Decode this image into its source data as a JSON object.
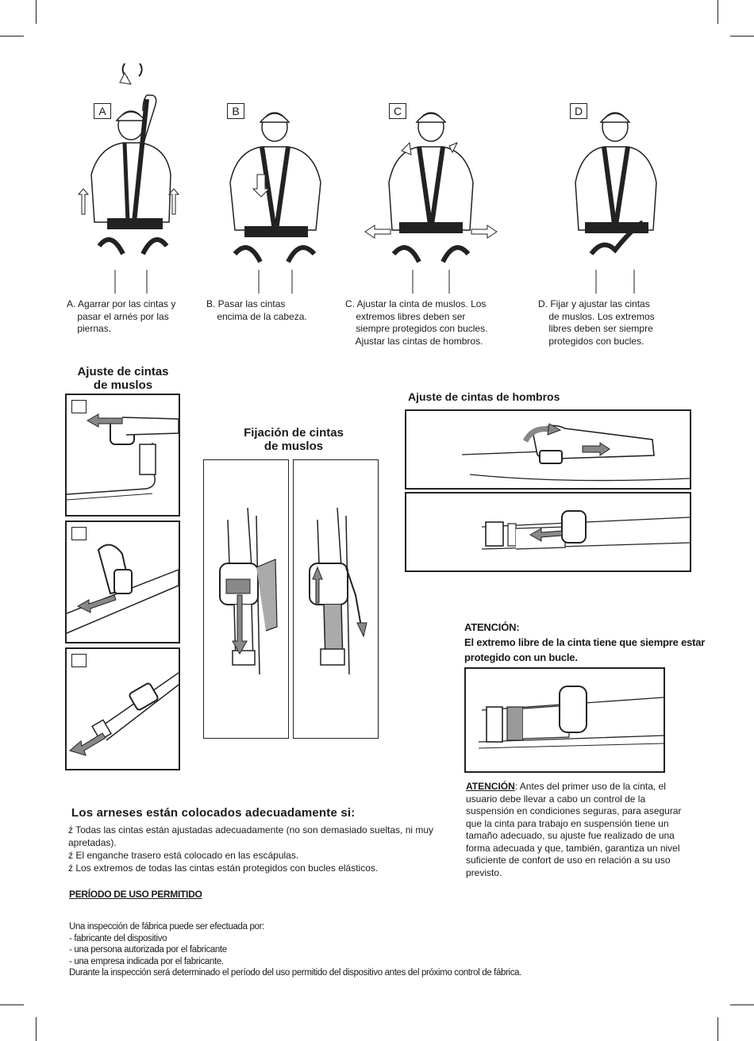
{
  "steps": [
    {
      "letter": "A",
      "lines": [
        "A. Agarrar por las cintas y",
        "    pasar el arnés por las",
        "    piernas."
      ]
    },
    {
      "letter": "B",
      "lines": [
        "B. Pasar las cintas",
        "    encima de la cabeza."
      ]
    },
    {
      "letter": "C",
      "lines": [
        "C. Ajustar la cinta de muslos. Los",
        "    extremos libres deben ser",
        "    siempre protegidos con bucles.",
        "    Ajustar las cintas de hombros."
      ]
    },
    {
      "letter": "D",
      "lines": [
        "D. Fijar y ajustar las cintas",
        "    de muslos. Los extremos",
        "    libres deben ser siempre",
        "    protegidos con bucles."
      ]
    }
  ],
  "thigh_adjust": {
    "title_line1": "Ajuste de cintas",
    "title_line2": "de muslos"
  },
  "thigh_fix": {
    "title_line1": "Fijación de cintas",
    "title_line2": "de muslos"
  },
  "shoulder_adjust": {
    "title": "Ajuste de cintas de hombros"
  },
  "attention_1": {
    "title": "ATENCIÓN:",
    "line1": "El extremo libre de la cinta tiene que siempre estar",
    "line2": "protegido con un bucle."
  },
  "attention_2": {
    "label": "ATENCIÓN",
    "lines": [
      ": Antes del primer uso de la cinta, el",
      "usuario debe llevar a cabo un control de la",
      "suspensión en condiciones seguras, para asegurar",
      "que la cinta para trabajo en suspensión tiene un",
      "tamaño adecuado, su ajuste fue realizado de una",
      "forma adecuada y que, también, garantiza un nivel",
      "suficiente de confort de uso en relación a su uso",
      "previsto."
    ]
  },
  "correct_fit": {
    "title": "Los arneses están colocados adecuadamente si:",
    "bullet": "ź",
    "items": [
      " Todas las cintas están ajustadas adecuadamente (no son demasiado sueltas, ni muy",
      "apretadas).",
      " El enganche trasero está colocado en las escápulas.",
      " Los extremos de todas las cintas están protegidos con bucles elásticos."
    ]
  },
  "period": {
    "title": "PERÍODO DE USO PERMITIDO",
    "lines": [
      "Una inspección de fábrica puede ser efectuada por:",
      "- fabricante del dispositivo",
      "- una persona autorizada por el fabricante",
      "- una empresa indicada por el fabricante.",
      "Durante la inspección será determinado el período del uso permitido del dispositivo antes del próximo control de fábrica."
    ]
  },
  "colors": {
    "ink": "#1a1a1a",
    "line": "#222222",
    "arrow_fill": "#888888",
    "strap_shade": "#9a9a9a"
  }
}
